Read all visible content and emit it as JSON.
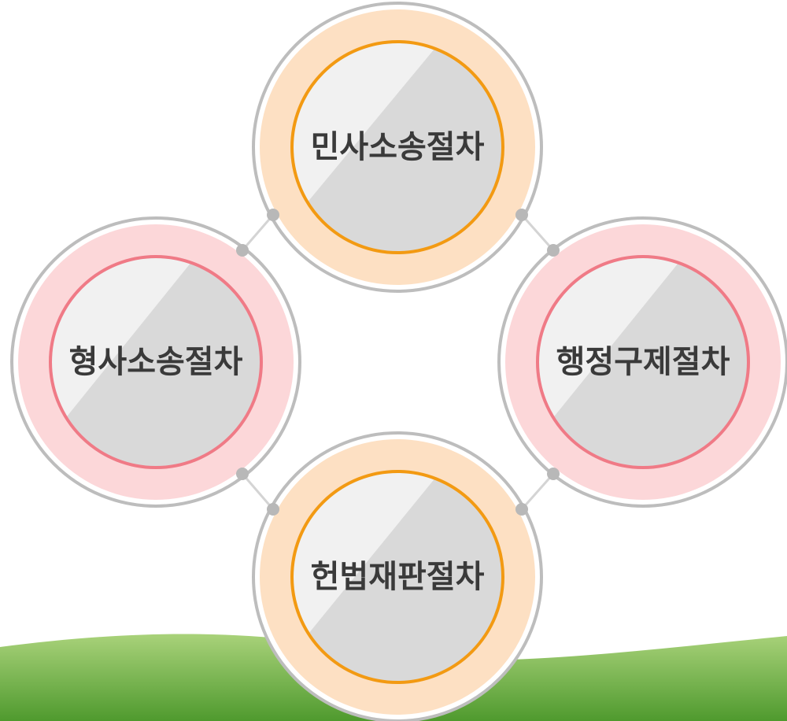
{
  "diagram": {
    "colors": {
      "background": "#ffffff",
      "outer_border": "#bdbdbd",
      "connector": "#d4d4d4",
      "connector_dot": "#b8b8b8",
      "text": "#3a3a3a",
      "grass_top": "#a9d27a",
      "grass_bottom": "#4f9a2e"
    },
    "nodes": [
      {
        "id": "civil",
        "label": "민사소송절차",
        "ring_color": "#fde0c3",
        "inner_border_color": "#f39a12"
      },
      {
        "id": "criminal",
        "label": "형사소송절차",
        "ring_color": "#fcd7d9",
        "inner_border_color": "#f07a86"
      },
      {
        "id": "administrative",
        "label": "행정구제절차",
        "ring_color": "#fcd7d9",
        "inner_border_color": "#f07a86"
      },
      {
        "id": "constitutional",
        "label": "헌법재판절차",
        "ring_color": "#fde0c3",
        "inner_border_color": "#f39a12"
      }
    ]
  }
}
